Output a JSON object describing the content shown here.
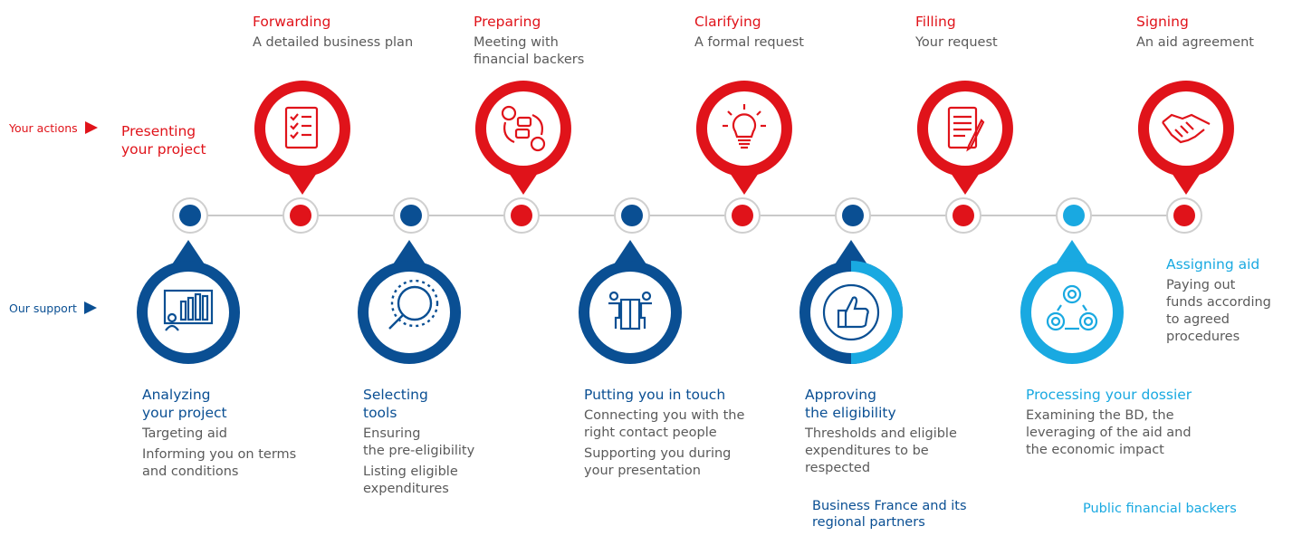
{
  "colors": {
    "red": "#e0131a",
    "navy": "#0a4f93",
    "cyan": "#19a9e1",
    "gray": "#5a5a5a",
    "line": "#c9c9c9"
  },
  "labels": {
    "your_actions": "Your actions",
    "our_support": "Our support"
  },
  "presenting": {
    "line1": "Presenting",
    "line2": "your project"
  },
  "actions": [
    {
      "title": "Forwarding",
      "sub": "A detailed business plan",
      "icon": "checklist-icon"
    },
    {
      "title": "Preparing",
      "sub1": "Meeting with",
      "sub2": "financial backers",
      "icon": "meeting-icon"
    },
    {
      "title": "Clarifying",
      "sub": "A formal request",
      "icon": "lightbulb-icon"
    },
    {
      "title": "Filling",
      "sub": "Your request",
      "icon": "form-pen-icon"
    },
    {
      "title": "Signing",
      "sub": "An aid agreement",
      "icon": "handshake-icon"
    }
  ],
  "supports": [
    {
      "title1": "Analyzing",
      "title2": "your project",
      "lines": [
        "Targeting aid",
        "Informing you on terms",
        "and conditions"
      ],
      "icon": "presentation-chart-icon"
    },
    {
      "title1": "Selecting",
      "title2": "tools",
      "lines": [
        "Ensuring",
        "the pre-eligibility",
        "Listing eligible",
        "expenditures"
      ],
      "icon": "magnifier-icon"
    },
    {
      "title1": "Putting you in touch",
      "lines": [
        "Connecting you with the",
        "right contact people",
        "Supporting you during",
        "your presentation"
      ],
      "icon": "people-elevator-icon"
    },
    {
      "title1": "Approving",
      "title2": "the eligibility",
      "lines": [
        "Thresholds and eligible",
        "expenditures to be",
        "respected"
      ],
      "icon": "thumbs-up-icon"
    },
    {
      "title1": "Processing your dossier",
      "lines": [
        "Examining the BD, the",
        "leveraging of the aid and",
        "the economic impact"
      ],
      "icon": "cycle-icon"
    },
    {
      "title1": "Assigning aid",
      "lines": [
        "Paying out",
        "funds according",
        "to agreed",
        "procedures"
      ]
    }
  ],
  "footers": {
    "business_france_1": "Business France and its",
    "business_france_2": "regional partners",
    "public_backers": "Public financial backers"
  },
  "timeline_dots": [
    "navy",
    "red",
    "navy",
    "red",
    "navy",
    "red",
    "navy",
    "red",
    "cyan",
    "red"
  ]
}
